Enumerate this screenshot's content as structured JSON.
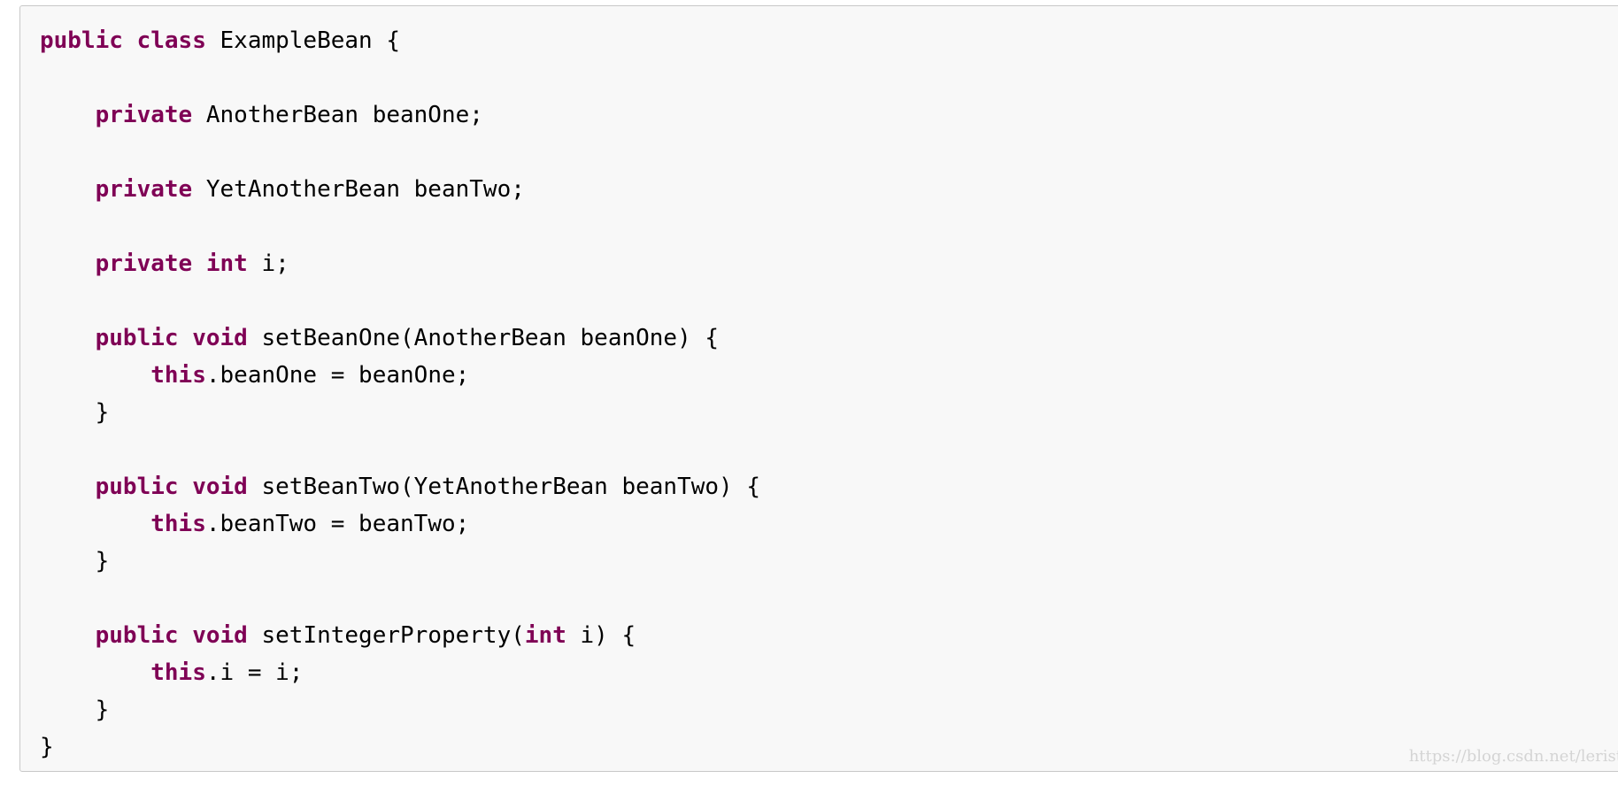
{
  "code": {
    "language": "java",
    "keyword_color": "#7f0055",
    "lines": [
      [
        {
          "t": "public",
          "k": true
        },
        {
          "t": " "
        },
        {
          "t": "class",
          "k": true
        },
        {
          "t": " ExampleBean {"
        }
      ],
      [],
      [
        {
          "t": "    "
        },
        {
          "t": "private",
          "k": true
        },
        {
          "t": " AnotherBean beanOne;"
        }
      ],
      [],
      [
        {
          "t": "    "
        },
        {
          "t": "private",
          "k": true
        },
        {
          "t": " YetAnotherBean beanTwo;"
        }
      ],
      [],
      [
        {
          "t": "    "
        },
        {
          "t": "private",
          "k": true
        },
        {
          "t": " "
        },
        {
          "t": "int",
          "k": true
        },
        {
          "t": " i;"
        }
      ],
      [],
      [
        {
          "t": "    "
        },
        {
          "t": "public",
          "k": true
        },
        {
          "t": " "
        },
        {
          "t": "void",
          "k": true
        },
        {
          "t": " setBeanOne(AnotherBean beanOne) {"
        }
      ],
      [
        {
          "t": "        "
        },
        {
          "t": "this",
          "k": true
        },
        {
          "t": ".beanOne = beanOne;"
        }
      ],
      [
        {
          "t": "    }"
        }
      ],
      [],
      [
        {
          "t": "    "
        },
        {
          "t": "public",
          "k": true
        },
        {
          "t": " "
        },
        {
          "t": "void",
          "k": true
        },
        {
          "t": " setBeanTwo(YetAnotherBean beanTwo) {"
        }
      ],
      [
        {
          "t": "        "
        },
        {
          "t": "this",
          "k": true
        },
        {
          "t": ".beanTwo = beanTwo;"
        }
      ],
      [
        {
          "t": "    }"
        }
      ],
      [],
      [
        {
          "t": "    "
        },
        {
          "t": "public",
          "k": true
        },
        {
          "t": " "
        },
        {
          "t": "void",
          "k": true
        },
        {
          "t": " setIntegerProperty("
        },
        {
          "t": "int",
          "k": true
        },
        {
          "t": " i) {"
        }
      ],
      [
        {
          "t": "        "
        },
        {
          "t": "this",
          "k": true
        },
        {
          "t": ".i = i;"
        }
      ],
      [
        {
          "t": "    }"
        }
      ],
      [
        {
          "t": "}"
        }
      ]
    ]
  },
  "watermark": "https://blog.csdn.net/lerist"
}
